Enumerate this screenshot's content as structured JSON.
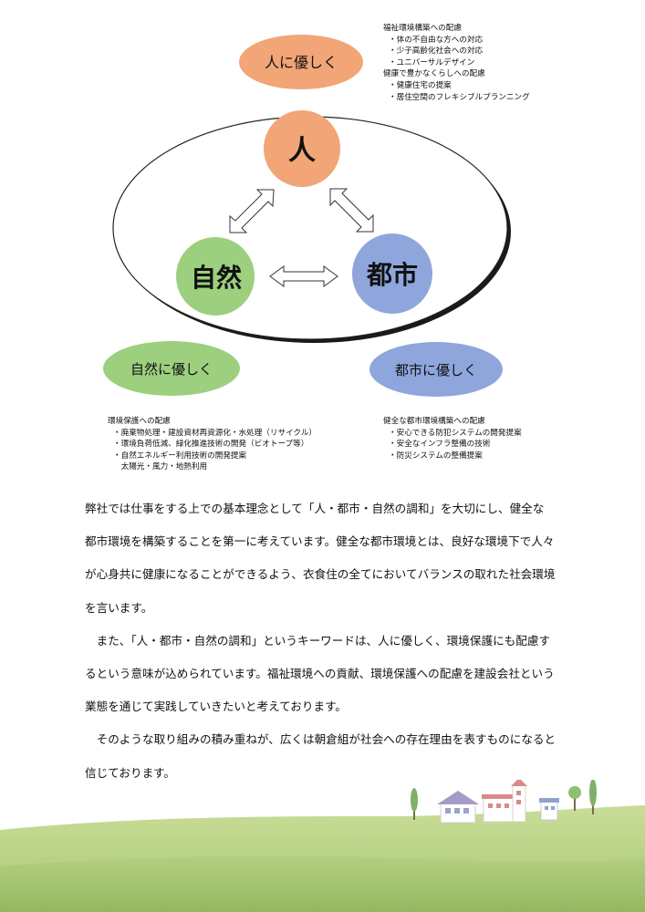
{
  "diagram": {
    "center_labels": {
      "human": "人",
      "nature": "自然",
      "city": "都市"
    },
    "ovals": {
      "human": "人に優しく",
      "nature": "自然に優しく",
      "city": "都市に優しく"
    },
    "colors": {
      "human": "#f2a576",
      "nature": "#9ccf7e",
      "city": "#8ea6dc",
      "ellipse_fill": "#ffffff",
      "ellipse_stroke": "#222222"
    },
    "notes": {
      "human": {
        "groups": [
          {
            "title": "福祉環境構築への配慮",
            "items": [
              "・体の不自由な方への対応",
              "・少子高齢化社会への対応",
              "・ユニバーサルデザイン"
            ]
          },
          {
            "title": "健康で豊かなくらしへの配慮",
            "items": [
              "・健康住宅の提案",
              "・居住空間のフレキシブルプランニング"
            ]
          }
        ]
      },
      "nature": {
        "groups": [
          {
            "title": "環境保護への配慮",
            "items": [
              "・廃棄物処理・建設資材再資源化・水処理（リサイクル）",
              "・環境負荷低減、緑化推進技術の開発（ビオトープ等）",
              "・自然エネルギー利用技術の開発提案",
              "　太陽光・風力・地熱利用"
            ]
          }
        ]
      },
      "city": {
        "groups": [
          {
            "title": "健全な都市環境構築への配慮",
            "items": [
              "・安心できる防犯システムの開発提案",
              "・安全なインフラ整備の技術",
              "・防災システムの整備提案"
            ]
          }
        ]
      }
    }
  },
  "body": {
    "paragraphs": [
      "弊社では仕事をする上での基本理念として「人・都市・自然の調和」を大切にし、健全な",
      "都市環境を構築することを第一に考えています。健全な都市環境とは、良好な環境下で人々",
      "が心身共に健康になることができるよう、衣食住の全てにおいてバランスの取れた社会環境",
      "を言います。",
      "　また、「人・都市・自然の調和」というキーワードは、人に優しく、環境保護にも配慮す",
      "るという意味が込められています。福祉環境への貢献、環境保護への配慮を建設会社という",
      "業態を通じて実践していきたいと考えております。",
      "　そのような取り組みの積み重ねが、広くは朝倉組が社会への存在理由を表すものになると",
      "信じております。"
    ]
  }
}
